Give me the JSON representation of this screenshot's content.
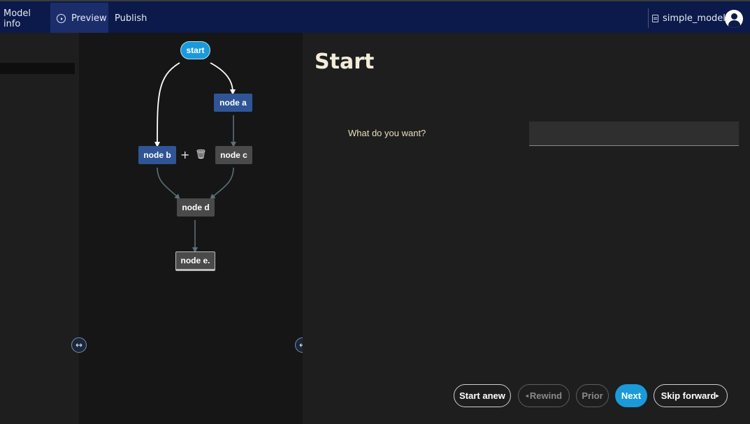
{
  "topbar": {
    "tabs": [
      {
        "label": "Model info",
        "active": false
      },
      {
        "label": "Preview",
        "active": true
      },
      {
        "label": "Publish",
        "active": false
      }
    ],
    "model_name": "simple_model",
    "icons": {
      "preview": "play-circle-icon",
      "model": "document-icon",
      "user": "user-avatar-icon"
    }
  },
  "graph": {
    "nodes": {
      "start": "start",
      "node_a": "node a",
      "node_b": "node b",
      "node_c": "node c",
      "node_d": "node d",
      "node_e": "node e."
    },
    "tools": {
      "add": "+",
      "delete": "🗑"
    }
  },
  "main": {
    "title": "Start",
    "question_label": "What do you want?",
    "answer_value": "",
    "buttons": {
      "start_anew": "Start anew",
      "rewind": "Rewind",
      "prior": "Prior",
      "next": "Next",
      "skip_forward": "Skip forward"
    }
  },
  "colors": {
    "topbar": "#0b1a4a",
    "accent": "#1a9ad9",
    "node_blue": "#2f5596",
    "node_gray": "#4a4a4a"
  }
}
